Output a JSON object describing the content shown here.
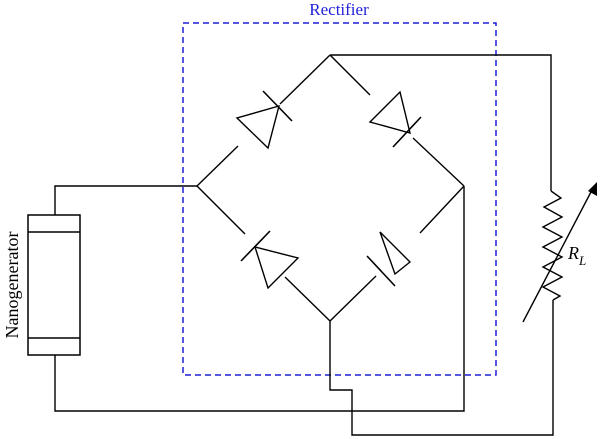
{
  "rectifier": {
    "label": "Rectifier"
  },
  "source": {
    "label": "Nanogenerator"
  },
  "load": {
    "symbol": "R",
    "subscript": "L"
  },
  "colors": {
    "rectifier_box": "#1f1fd6",
    "wire": "#000000"
  }
}
